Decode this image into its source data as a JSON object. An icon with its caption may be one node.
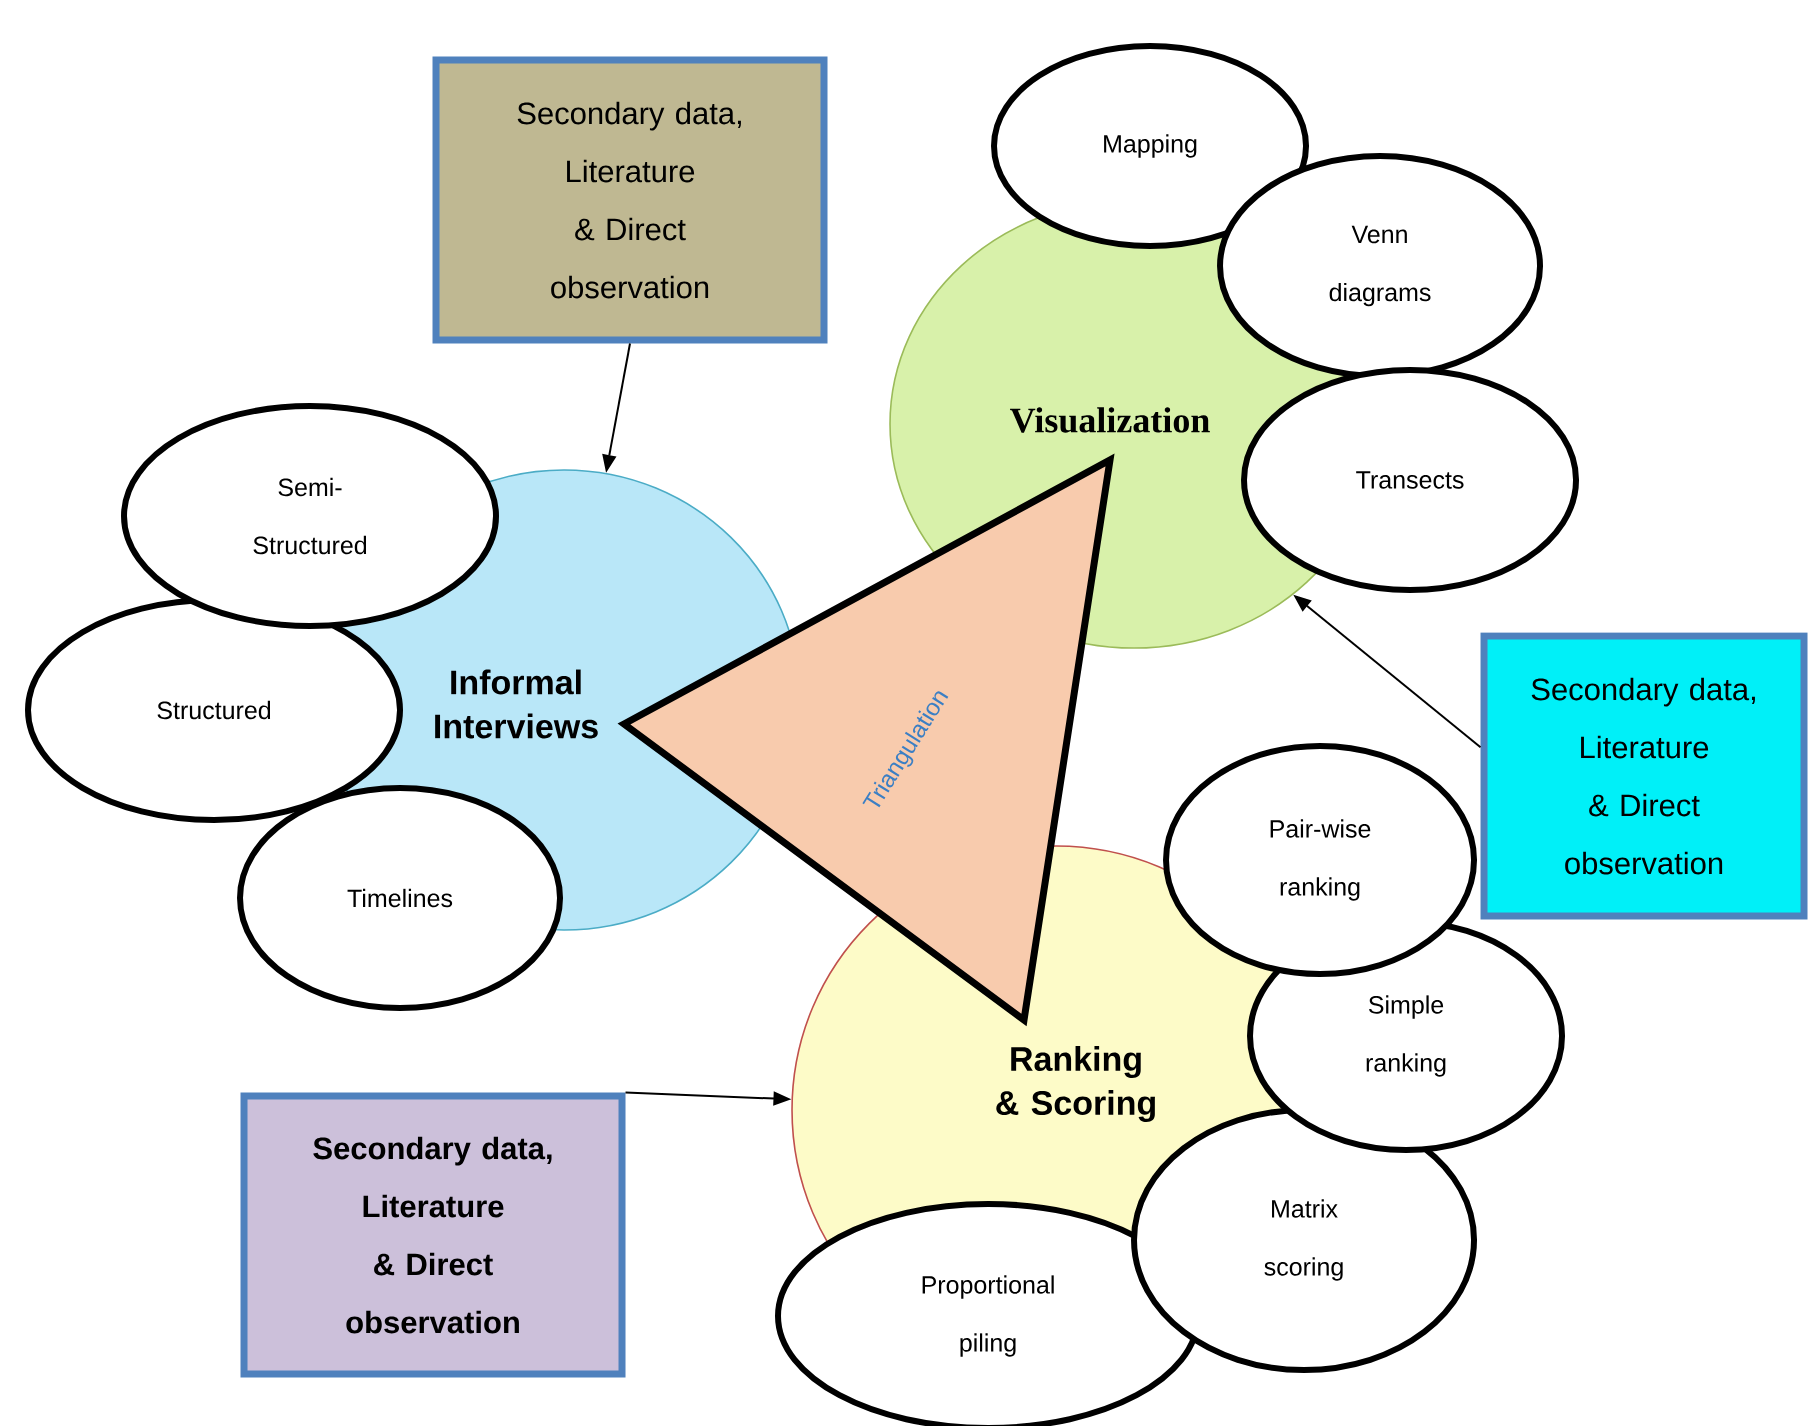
{
  "diagram": {
    "nodes": [
      {
        "text": [
          "Secondary data, Literature & Direct observation"
        ]
      },
      {
        "text": [
          "Informal Interviews"
        ]
      },
      {
        "text": [
          "Semi-Structured"
        ]
      },
      {
        "text": [
          "Structured"
        ]
      },
      {
        "text": [
          "Timelines"
        ]
      },
      {
        "text": [
          "Visualization"
        ]
      },
      {
        "text": [
          "Mapping"
        ]
      },
      {
        "text": [
          "Venn diagrams"
        ]
      },
      {
        "text": [
          "Transects"
        ]
      },
      {
        "text": [
          "Secondary data, Literature & Direct observation"
        ]
      },
      {
        "text": [
          "Ranking & Scoring"
        ]
      },
      {
        "text": [
          "Pair-wise ranking"
        ]
      },
      {
        "text": [
          "Simple ranking"
        ]
      },
      {
        "text": [
          "Matrix scoring"
        ]
      },
      {
        "text": [
          "Proportional piling"
        ]
      },
      {
        "text": [
          "Secondary data, Literature & Direct observation"
        ]
      },
      {
        "text": [
          "Triangulation"
        ]
      }
    ],
    "edges": [
      {
        "from": 0,
        "to": 1,
        "arrow": "to"
      },
      {
        "from": 9,
        "to": 5,
        "arrow": "to"
      },
      {
        "from": 15,
        "to": 10,
        "arrow": "to"
      }
    ]
  }
}
